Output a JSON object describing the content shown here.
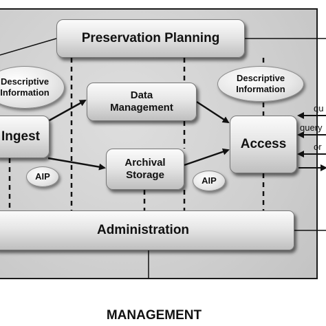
{
  "diagram": {
    "preservation_planning": "Preservation Planning",
    "ingest": "Ingest",
    "data_management": [
      "Data",
      "Management"
    ],
    "archival_storage": [
      "Archival",
      "Storage"
    ],
    "access": "Access",
    "administration": "Administration",
    "descriptive_info_left": [
      "Descriptive",
      "Information"
    ],
    "descriptive_info_right": [
      "Descriptive",
      "Information"
    ],
    "aip_left": "AIP",
    "aip_right": "AIP",
    "external_labels": [
      "qu",
      "query",
      "or"
    ],
    "bottom_label": "MANAGEMENT"
  },
  "colors": {
    "background": "#d4d4d4",
    "box_fill": "#e6e6e6",
    "line": "#111111"
  }
}
